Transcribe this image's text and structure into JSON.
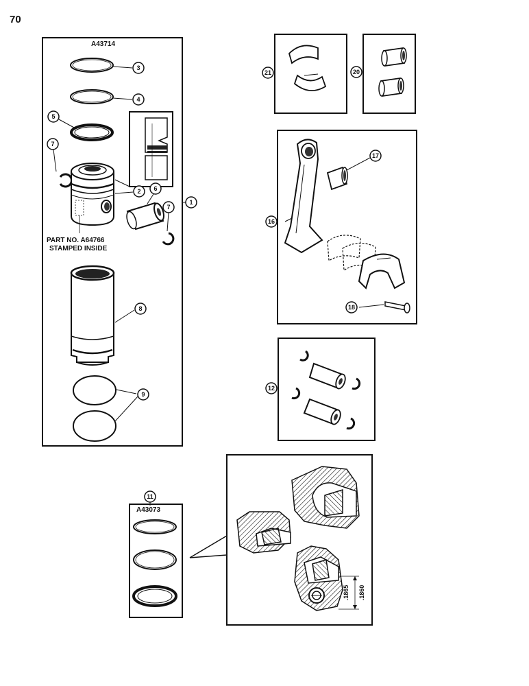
{
  "page_number": "70",
  "kit_main": {
    "part_number": "A43714",
    "note_line1": "PART NO. A64766",
    "note_line2": "STAMPED INSIDE"
  },
  "kit_rings": {
    "part_number": "A43073"
  },
  "callouts": {
    "c1": "1",
    "c2": "2",
    "c3": "3",
    "c4": "4",
    "c5": "5",
    "c6": "6",
    "c7a": "7",
    "c7b": "7",
    "c8": "8",
    "c9": "9",
    "c11": "11",
    "c12": "12",
    "c16": "16",
    "c17": "17",
    "c18": "18",
    "c20": "20",
    "c21": "21"
  },
  "dimensions": {
    "d1": ".1865",
    "d2": ".1860"
  }
}
